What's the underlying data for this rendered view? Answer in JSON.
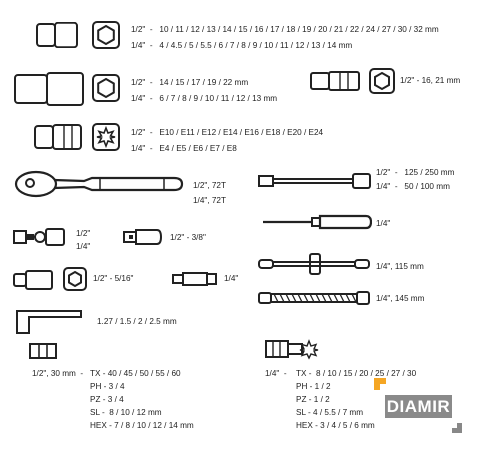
{
  "rows": {
    "sockets_short": {
      "half": "1/2\"  -   10 / 11 / 12 / 13 / 14 / 15 / 16 / 17 / 18 / 19 / 20 / 21 / 22 / 24 / 27 / 30 / 32 mm",
      "quarter": "1/4\"  -   4 / 4.5 / 5 / 5.5 / 6 / 7 / 8 / 9 / 10 / 11 / 12 / 13 / 14 mm"
    },
    "sockets_deep": {
      "half": "1/2\"  -   14 / 15 / 17 / 19 / 22 mm",
      "quarter": "1/4\"  -   6 / 7 / 8 / 9 / 10 / 11 / 12 / 13 mm"
    },
    "spark_plug": {
      "label": "1/2\" - 16, 21 mm"
    },
    "torx_sockets": {
      "half": "1/2\"  -   E10 / E11 / E12 / E14 / E16 / E18 / E20 / E24",
      "quarter": "1/4\"  -   E4 / E5 / E6 / E7 / E8"
    },
    "ratchet": {
      "half": "1/2\", 72T",
      "quarter": "1/4\", 72T"
    },
    "extension_bars": {
      "half": "1/2\"  -   125 / 250 mm",
      "quarter": "1/4\"  -   50 / 100 mm"
    },
    "universal_joint": {
      "half": "1/2\"",
      "quarter": "1/4\""
    },
    "adapter_38": {
      "label": "1/2\" - 3/8\""
    },
    "screwdriver_handle": {
      "label": "1/4\""
    },
    "adapter_516": {
      "label": "1/2\" - 5/16\""
    },
    "bit_adapter": {
      "label": "1/4\""
    },
    "t_bar": {
      "label": "1/4\", 115 mm"
    },
    "flex_extension": {
      "label": "1/4\", 145 mm"
    },
    "hex_keys": {
      "label": "1.27 / 1.5 / 2 / 2.5 mm"
    },
    "bits_left": {
      "size": "1/2\", 30 mm  -",
      "lines": [
        "TX - 40 / 45 / 50 / 55 / 60",
        "PH - 3 / 4",
        "PZ - 3 / 4",
        "SL -  8 / 10 / 12 mm",
        "HEX - 7 / 8 / 10 / 12 / 14 mm"
      ]
    },
    "bits_right": {
      "size": "1/4\"  -",
      "lines": [
        "TX -  8 / 10 / 15 / 20 / 25 / 27 / 30",
        "PH - 1 / 2",
        "PZ - 1 / 2",
        "SL - 4 / 5.5 / 7 mm",
        "HEX - 3 / 4 / 5 / 6 mm"
      ]
    }
  },
  "logo": {
    "text": "DIAMIR"
  },
  "colors": {
    "icon_stroke": "#222222",
    "logo_bg": "#8a8a8a",
    "logo_accent": "#f5a623"
  }
}
